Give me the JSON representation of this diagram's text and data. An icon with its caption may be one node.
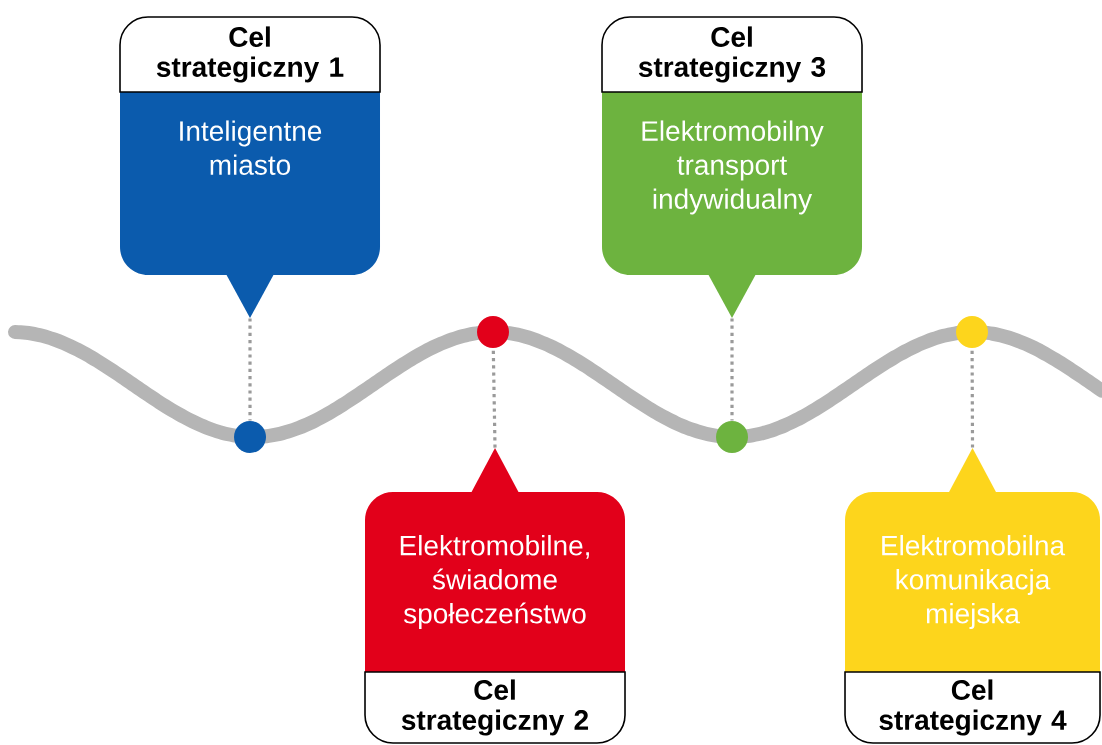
{
  "diagram": {
    "nodes": [
      {
        "text": [
          "Cel strategiczny 1",
          "Inteligentne miasto"
        ]
      },
      {
        "text": [
          "Elektromobilne, świadome społeczeństwo",
          "Cel strategiczny 2"
        ]
      },
      {
        "text": [
          "Cel strategiczny 3",
          "Elektromobilny transport indywidualny"
        ]
      },
      {
        "text": [
          "Elektromobilna komunikacja miejska",
          "Cel strategiczny 4"
        ]
      },
      {
        "text": [],
        "shape": "circle"
      },
      {
        "text": [],
        "shape": "circle"
      },
      {
        "text": [],
        "shape": "circle"
      },
      {
        "text": [],
        "shape": "circle"
      }
    ],
    "edges": [
      {
        "from": 0,
        "to": 4,
        "arrow": "none",
        "style": "dashed"
      },
      {
        "from": 1,
        "to": 5,
        "arrow": "none",
        "style": "dashed"
      },
      {
        "from": 2,
        "to": 6,
        "arrow": "none",
        "style": "dashed"
      },
      {
        "from": 3,
        "to": 7,
        "arrow": "none",
        "style": "dashed"
      }
    ]
  }
}
